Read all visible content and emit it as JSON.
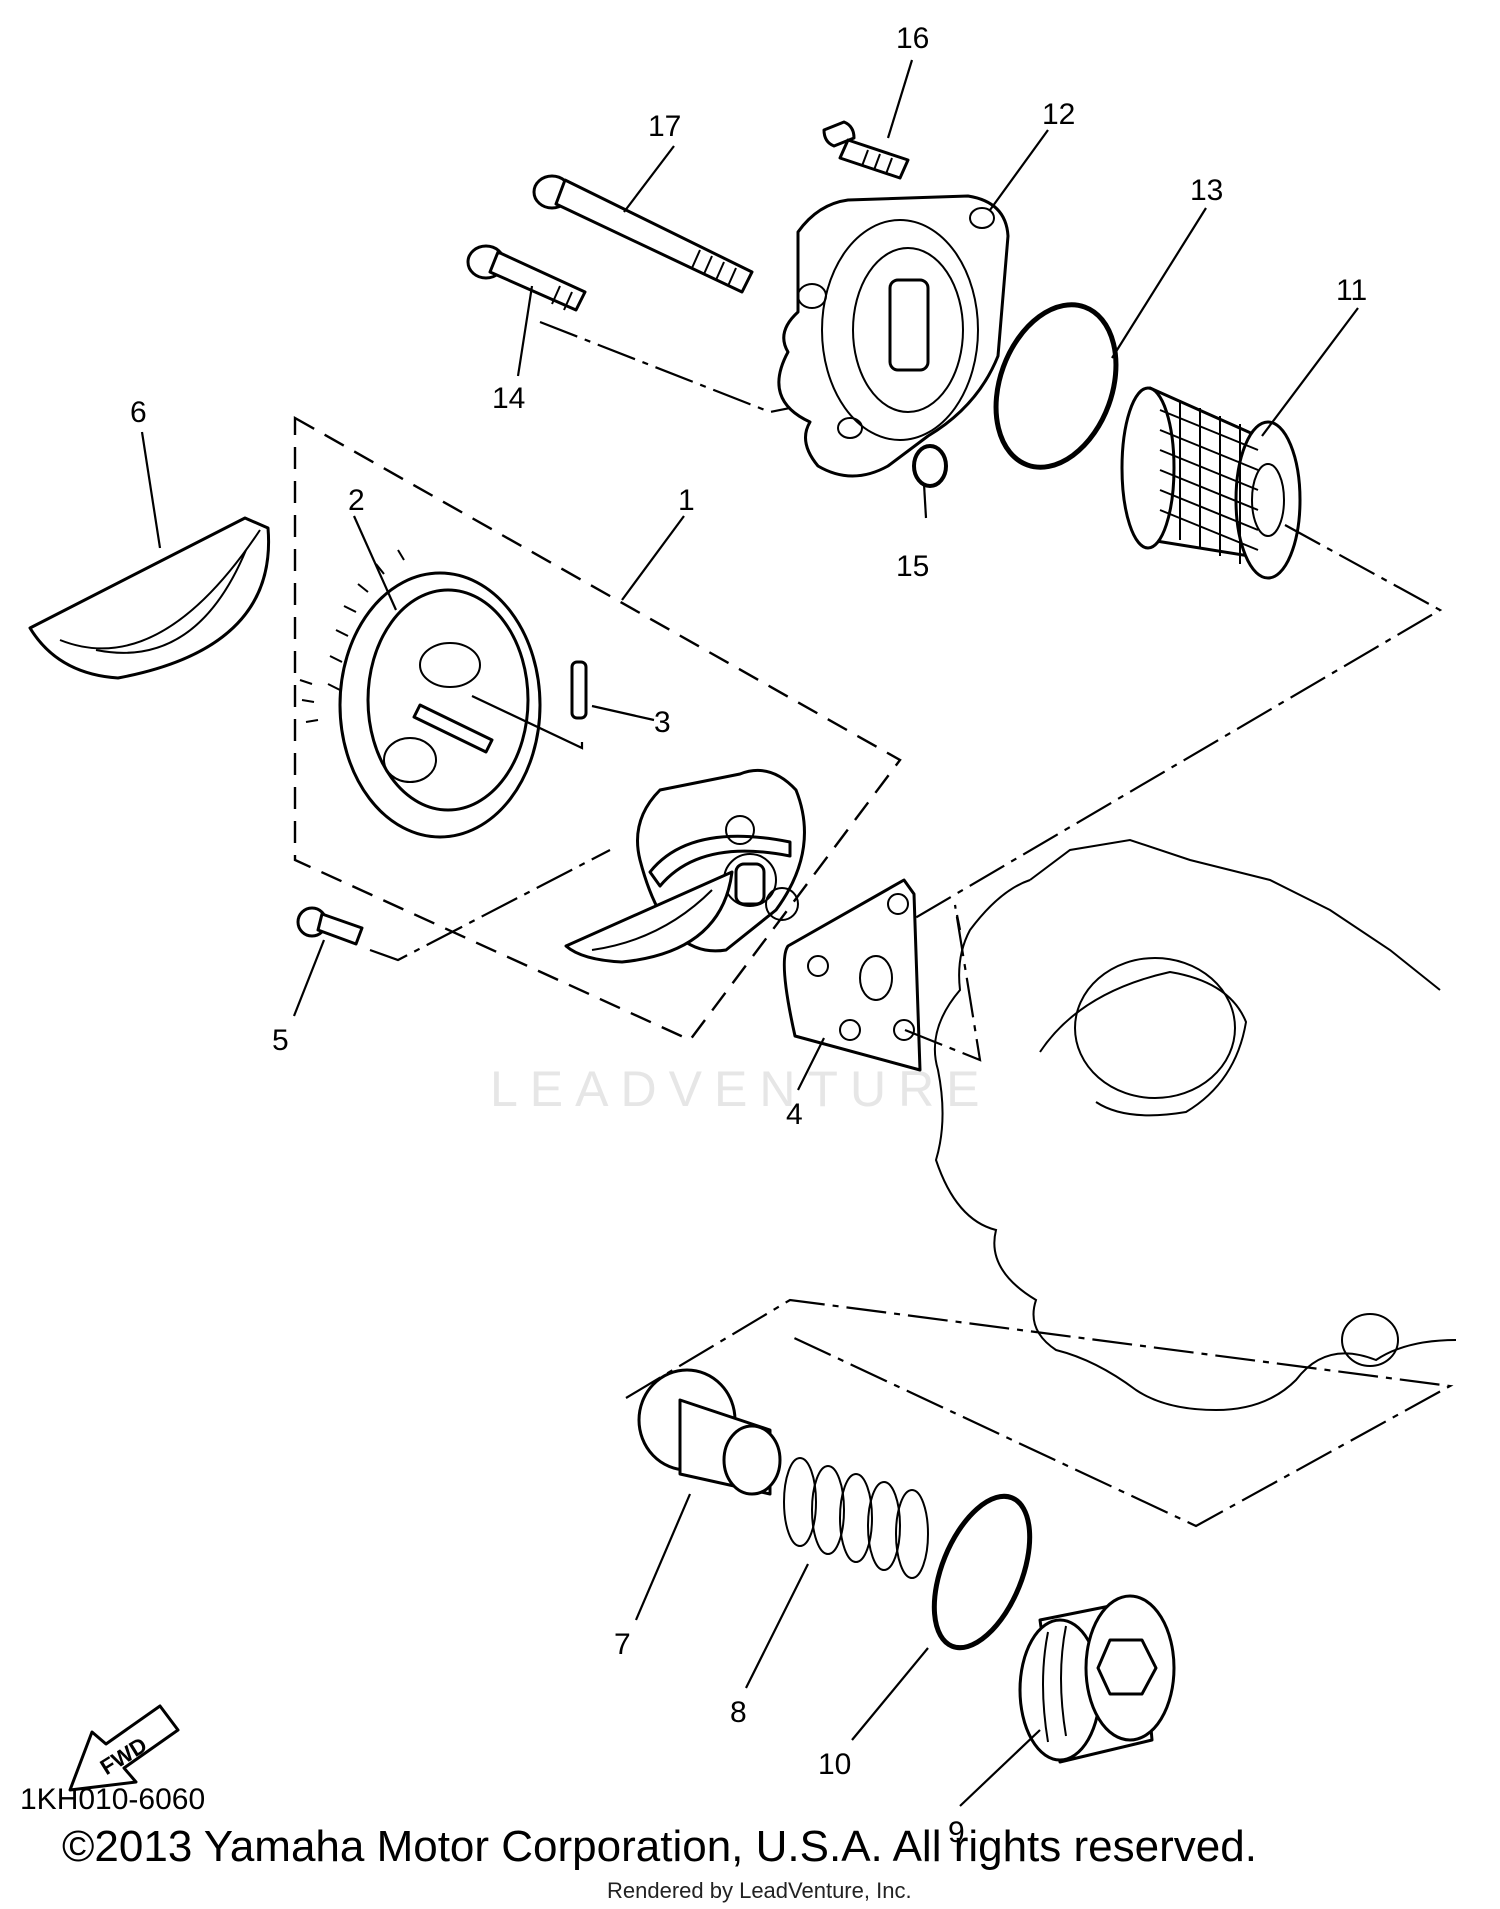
{
  "callouts": {
    "c1": "1",
    "c2": "2",
    "c3": "3",
    "c4": "4",
    "c5": "5",
    "c6": "6",
    "c7": "7",
    "c8": "8",
    "c9": "9",
    "c10": "10",
    "c11": "11",
    "c12": "12",
    "c13": "13",
    "c14": "14",
    "c15": "15",
    "c16": "16",
    "c17": "17"
  },
  "fwd_label": "FWD",
  "diagram_code": "1KH010-6060",
  "copyright": "©2013 Yamaha Motor Corporation, U.S.A. All rights reserved.",
  "rendered_by": "Rendered by LeadVenture, Inc.",
  "watermark": "LEADVENTURE"
}
